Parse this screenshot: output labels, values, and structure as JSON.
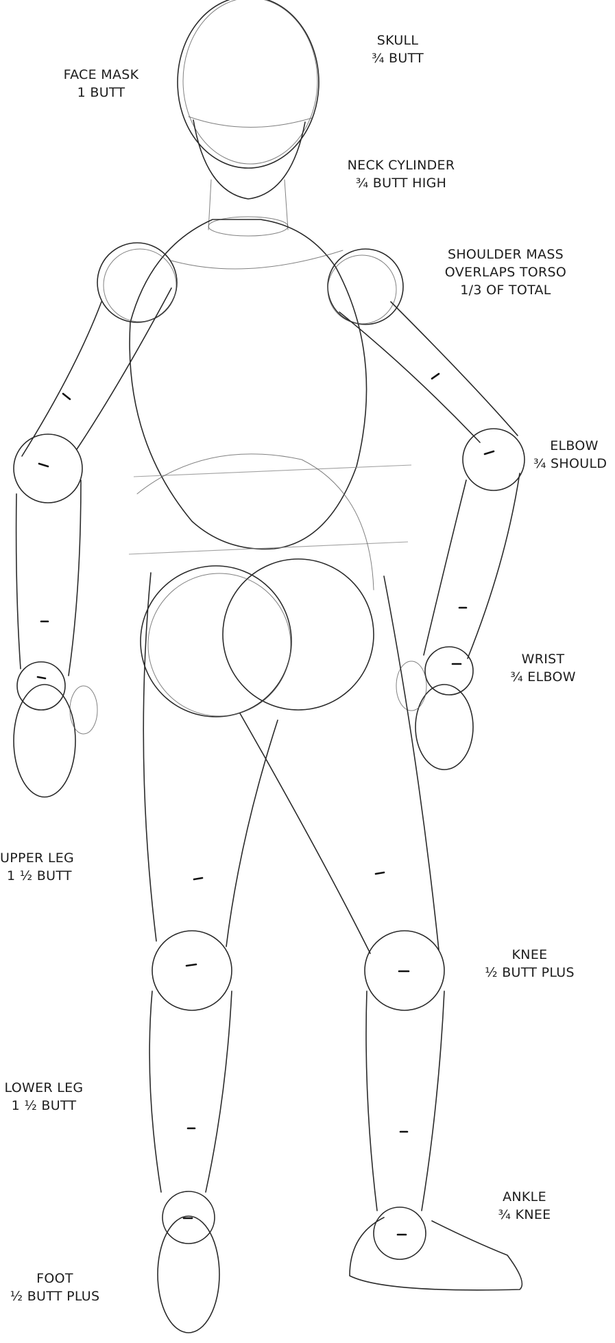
{
  "labels": {
    "skull": [
      "SKULL",
      "¾ BUTT"
    ],
    "face_mask": [
      "FACE MASK",
      "1 BUTT"
    ],
    "neck_cylinder": [
      "NECK CYLINDER",
      "¾ BUTT HIGH"
    ],
    "shoulder_mass": [
      "SHOULDER MASS",
      "OVERLAPS TORSO",
      "1/3 OF TOTAL"
    ],
    "elbow": [
      "ELBOW",
      "¾ SHOULD"
    ],
    "wrist": [
      "WRIST",
      "¾ ELBOW"
    ],
    "upper_leg": [
      "UPPER LEG",
      "1 ½ BUTT"
    ],
    "knee": [
      "KNEE",
      "½ BUTT PLUS"
    ],
    "lower_leg": [
      "LOWER LEG",
      "1 ½ BUTT"
    ],
    "ankle": [
      "ANKLE",
      "¾ KNEE"
    ],
    "foot": [
      "FOOT",
      "½ BUTT PLUS"
    ]
  }
}
